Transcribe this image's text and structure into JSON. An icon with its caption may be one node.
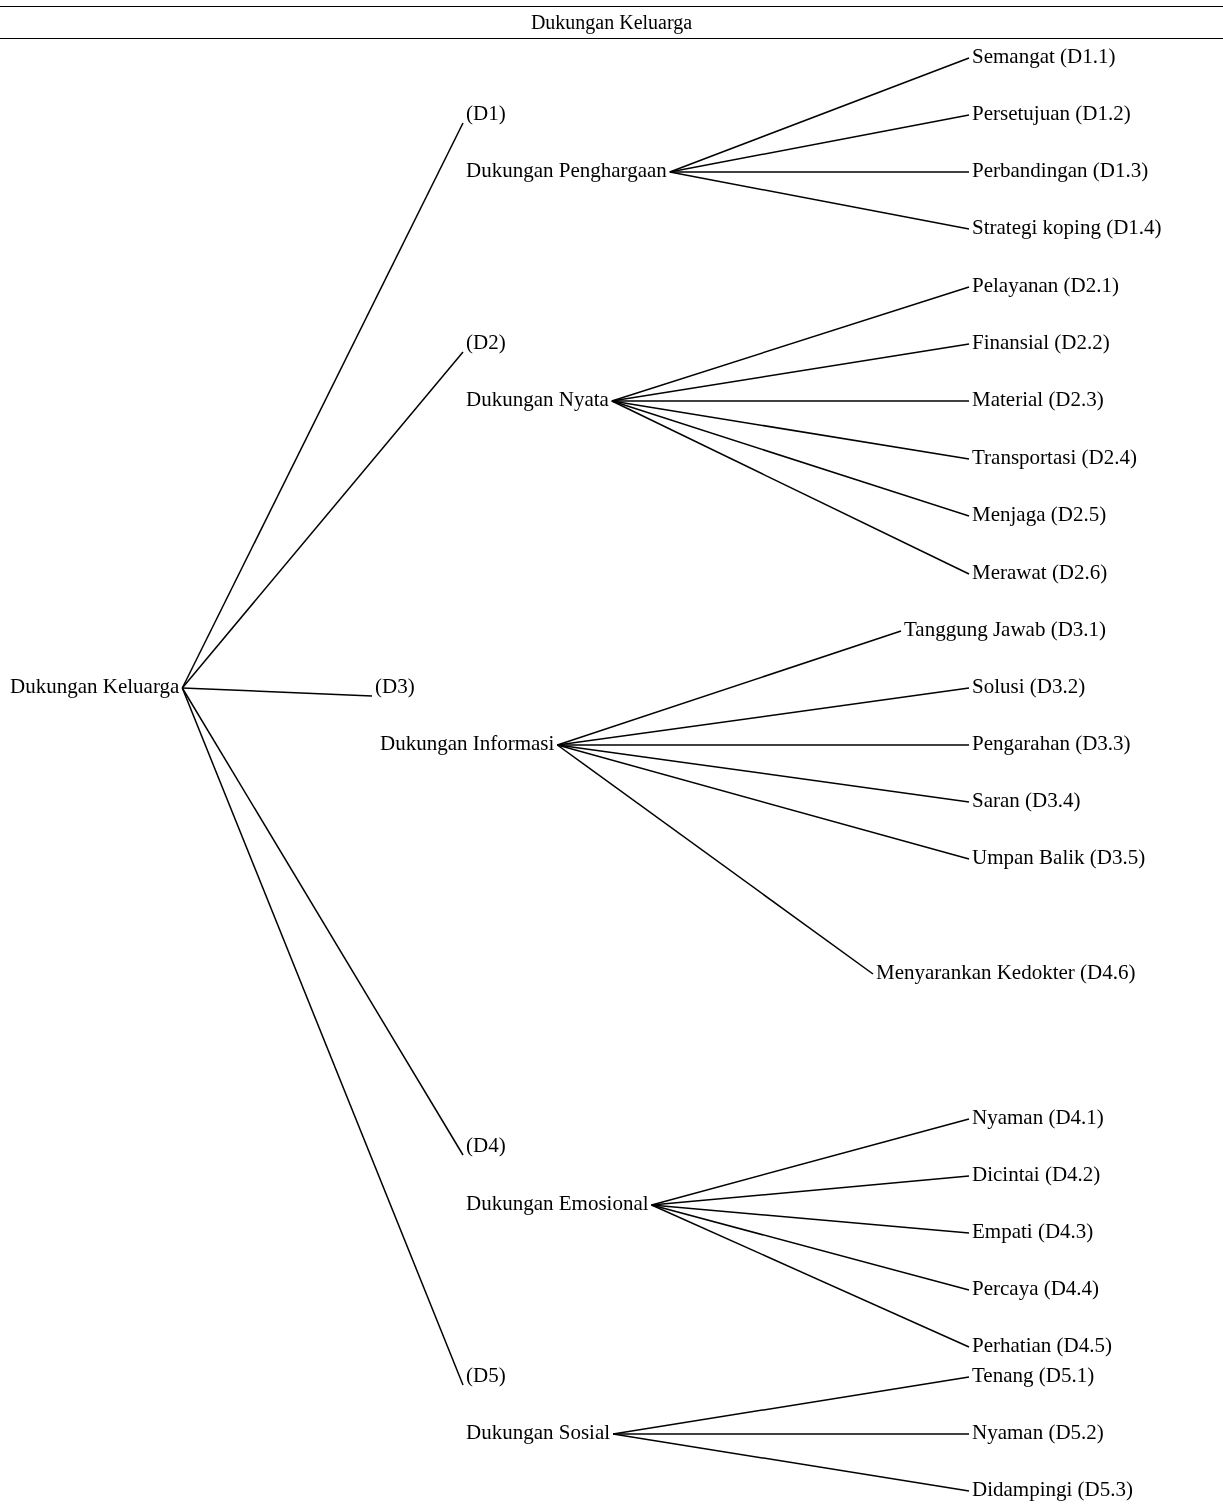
{
  "diagram": {
    "title": "Dukungan Keluarga",
    "nodes": [
      {
        "text": [
          "Dukungan Keluarga"
        ]
      },
      {
        "text": [
          "(D1)",
          "Dukungan Penghargaan"
        ]
      },
      {
        "text": [
          "Semangat (D1.1)"
        ]
      },
      {
        "text": [
          "Persetujuan (D1.2)"
        ]
      },
      {
        "text": [
          "Perbandingan (D1.3)"
        ]
      },
      {
        "text": [
          "Strategi koping (D1.4)"
        ]
      },
      {
        "text": [
          "(D2)",
          "Dukungan Nyata"
        ]
      },
      {
        "text": [
          "Pelayanan (D2.1)"
        ]
      },
      {
        "text": [
          "Finansial (D2.2)"
        ]
      },
      {
        "text": [
          "Material (D2.3)"
        ]
      },
      {
        "text": [
          "Transportasi (D2.4)"
        ]
      },
      {
        "text": [
          "Menjaga (D2.5)"
        ]
      },
      {
        "text": [
          "Merawat (D2.6)"
        ]
      },
      {
        "text": [
          "(D3)",
          "Dukungan Informasi"
        ]
      },
      {
        "text": [
          "Tanggung Jawab (D3.1)"
        ]
      },
      {
        "text": [
          "Solusi (D3.2)"
        ]
      },
      {
        "text": [
          "Pengarahan (D3.3)"
        ]
      },
      {
        "text": [
          "Saran (D3.4)"
        ]
      },
      {
        "text": [
          "Umpan Balik (D3.5)"
        ]
      },
      {
        "text": [
          "Menyarankan Kedokter (D4.6)"
        ]
      },
      {
        "text": [
          "(D4)",
          "Dukungan Emosional"
        ]
      },
      {
        "text": [
          "Nyaman (D4.1)"
        ]
      },
      {
        "text": [
          "Dicintai (D4.2)"
        ]
      },
      {
        "text": [
          "Empati (D4.3)"
        ]
      },
      {
        "text": [
          "Percaya (D4.4)"
        ]
      },
      {
        "text": [
          "Perhatian (D4.5)"
        ]
      },
      {
        "text": [
          "(D5)",
          "Dukungan Sosial"
        ]
      },
      {
        "text": [
          "Tenang (D5.1)"
        ]
      },
      {
        "text": [
          "Nyaman (D5.2)"
        ]
      },
      {
        "text": [
          "Didampingi (D5.3)"
        ]
      }
    ],
    "edges": [
      {
        "from": 0,
        "to": 1,
        "arrow": "none"
      },
      {
        "from": 0,
        "to": 6,
        "arrow": "none"
      },
      {
        "from": 0,
        "to": 13,
        "arrow": "none"
      },
      {
        "from": 0,
        "to": 20,
        "arrow": "none"
      },
      {
        "from": 0,
        "to": 26,
        "arrow": "none"
      },
      {
        "from": 1,
        "to": 2,
        "arrow": "none"
      },
      {
        "from": 1,
        "to": 3,
        "arrow": "none"
      },
      {
        "from": 1,
        "to": 4,
        "arrow": "none"
      },
      {
        "from": 1,
        "to": 5,
        "arrow": "none"
      },
      {
        "from": 6,
        "to": 7,
        "arrow": "none"
      },
      {
        "from": 6,
        "to": 8,
        "arrow": "none"
      },
      {
        "from": 6,
        "to": 9,
        "arrow": "none"
      },
      {
        "from": 6,
        "to": 10,
        "arrow": "none"
      },
      {
        "from": 6,
        "to": 11,
        "arrow": "none"
      },
      {
        "from": 6,
        "to": 12,
        "arrow": "none"
      },
      {
        "from": 13,
        "to": 14,
        "arrow": "none"
      },
      {
        "from": 13,
        "to": 15,
        "arrow": "none"
      },
      {
        "from": 13,
        "to": 16,
        "arrow": "none"
      },
      {
        "from": 13,
        "to": 17,
        "arrow": "none"
      },
      {
        "from": 13,
        "to": 18,
        "arrow": "none"
      },
      {
        "from": 13,
        "to": 19,
        "arrow": "none"
      },
      {
        "from": 20,
        "to": 21,
        "arrow": "none"
      },
      {
        "from": 20,
        "to": 22,
        "arrow": "none"
      },
      {
        "from": 20,
        "to": 23,
        "arrow": "none"
      },
      {
        "from": 20,
        "to": 24,
        "arrow": "none"
      },
      {
        "from": 20,
        "to": 25,
        "arrow": "none"
      },
      {
        "from": 26,
        "to": 27,
        "arrow": "none"
      },
      {
        "from": 26,
        "to": 28,
        "arrow": "none"
      },
      {
        "from": 26,
        "to": 29,
        "arrow": "none"
      }
    ]
  }
}
